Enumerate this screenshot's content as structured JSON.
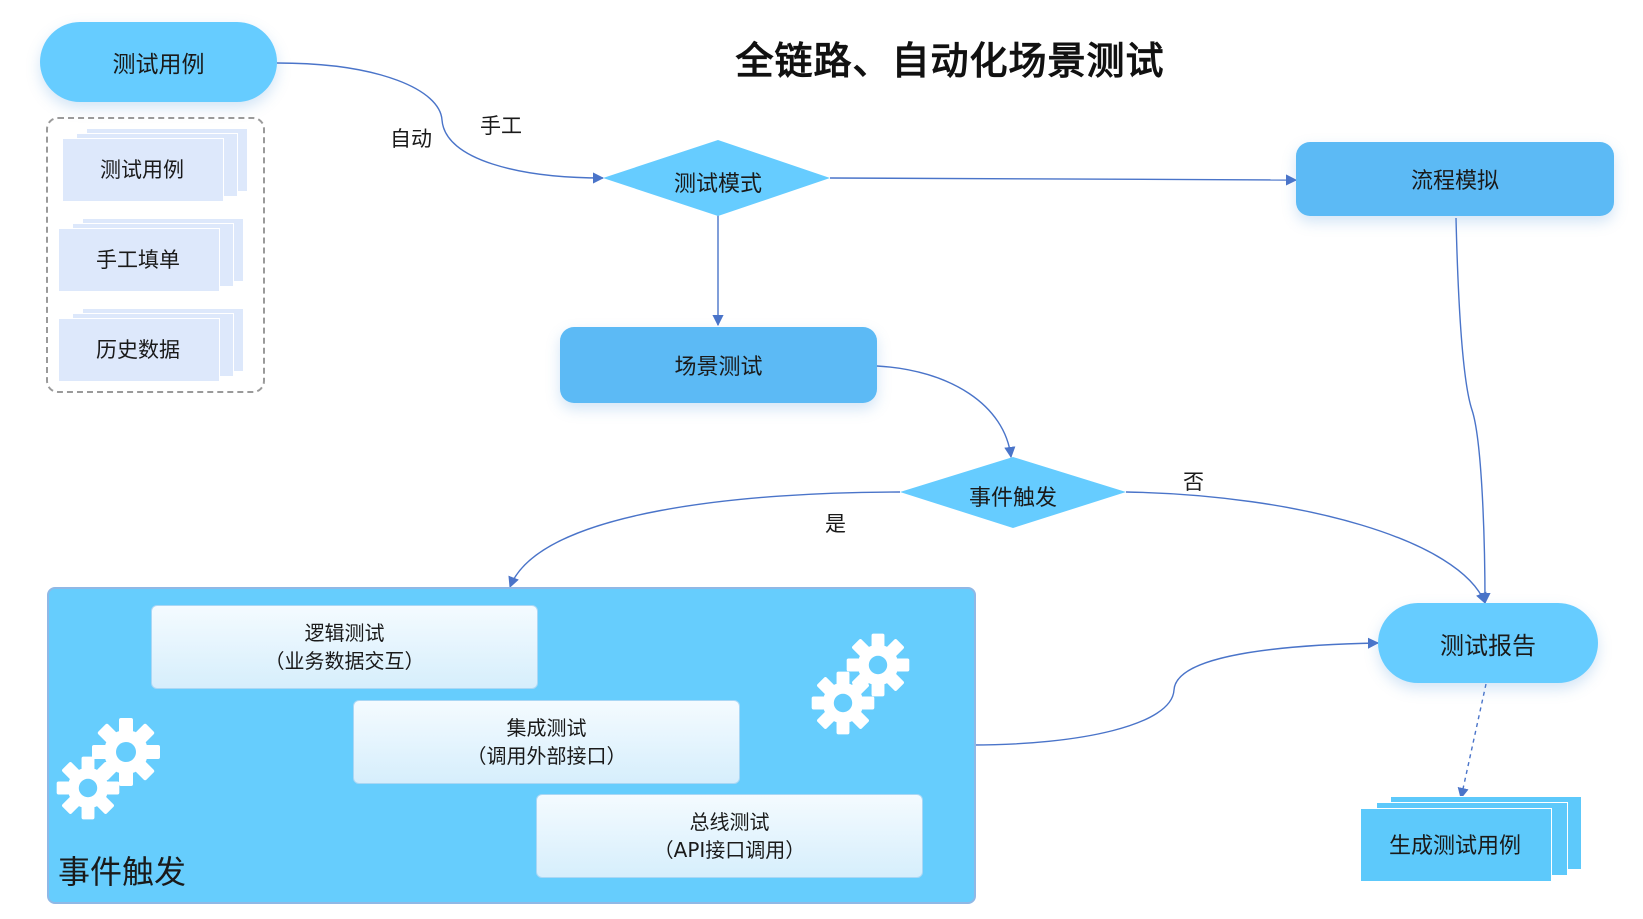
{
  "title": "全链路、自动化场景测试",
  "nodes": {
    "test_case_top": "测试用例",
    "test_mode": "测试模式",
    "process_sim": "流程模拟",
    "scenario_test": "场景测试",
    "event_trigger_decision": "事件触发",
    "test_report": "测试报告",
    "generate_cases": "生成测试用例"
  },
  "inputs": [
    "测试用例",
    "手工填单",
    "历史数据"
  ],
  "edge_labels": {
    "auto": "自动",
    "manual": "手工",
    "yes": "是",
    "no": "否"
  },
  "event_panel": {
    "label": "事件触发",
    "cards": [
      {
        "title": "逻辑测试",
        "sub": "（业务数据交互）"
      },
      {
        "title": "集成测试",
        "sub": "（调用外部接口）"
      },
      {
        "title": "总线测试",
        "sub": "（API接口调用）"
      }
    ]
  },
  "colors": {
    "pill": "#66ccff",
    "box": "#5cbaf5",
    "diamond": "#66ccff",
    "panel": "#66cdfd",
    "arrow": "#4a74c9",
    "sheet": "#dde8fb",
    "gear": "#ffffff"
  }
}
